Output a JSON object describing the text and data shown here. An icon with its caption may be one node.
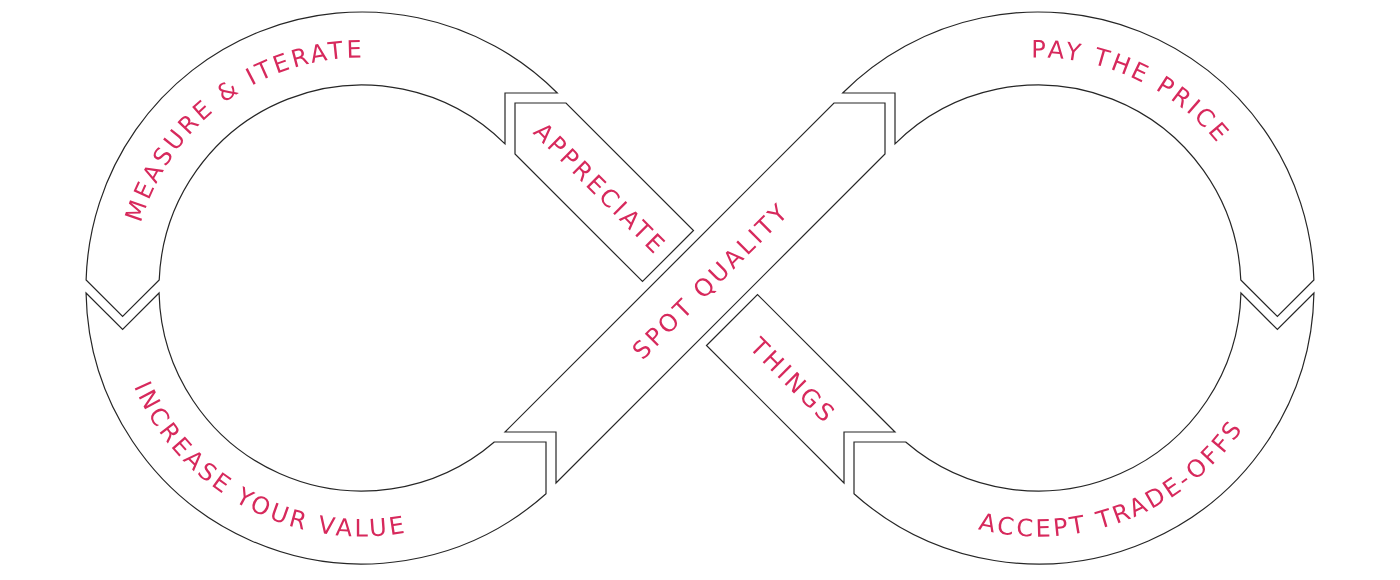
{
  "diagram": {
    "nodes": [
      {
        "text": [
          "MEASURE & ITERATE"
        ]
      },
      {
        "text": [
          "APPRECIATE",
          "THINGS"
        ]
      },
      {
        "text": [
          "SPOT QUALITY"
        ]
      },
      {
        "text": [
          "PAY THE PRICE"
        ]
      },
      {
        "text": [
          "INCREASE YOUR VALUE"
        ]
      },
      {
        "text": [
          "ACCEPT TRADE-OFFS"
        ]
      }
    ]
  }
}
